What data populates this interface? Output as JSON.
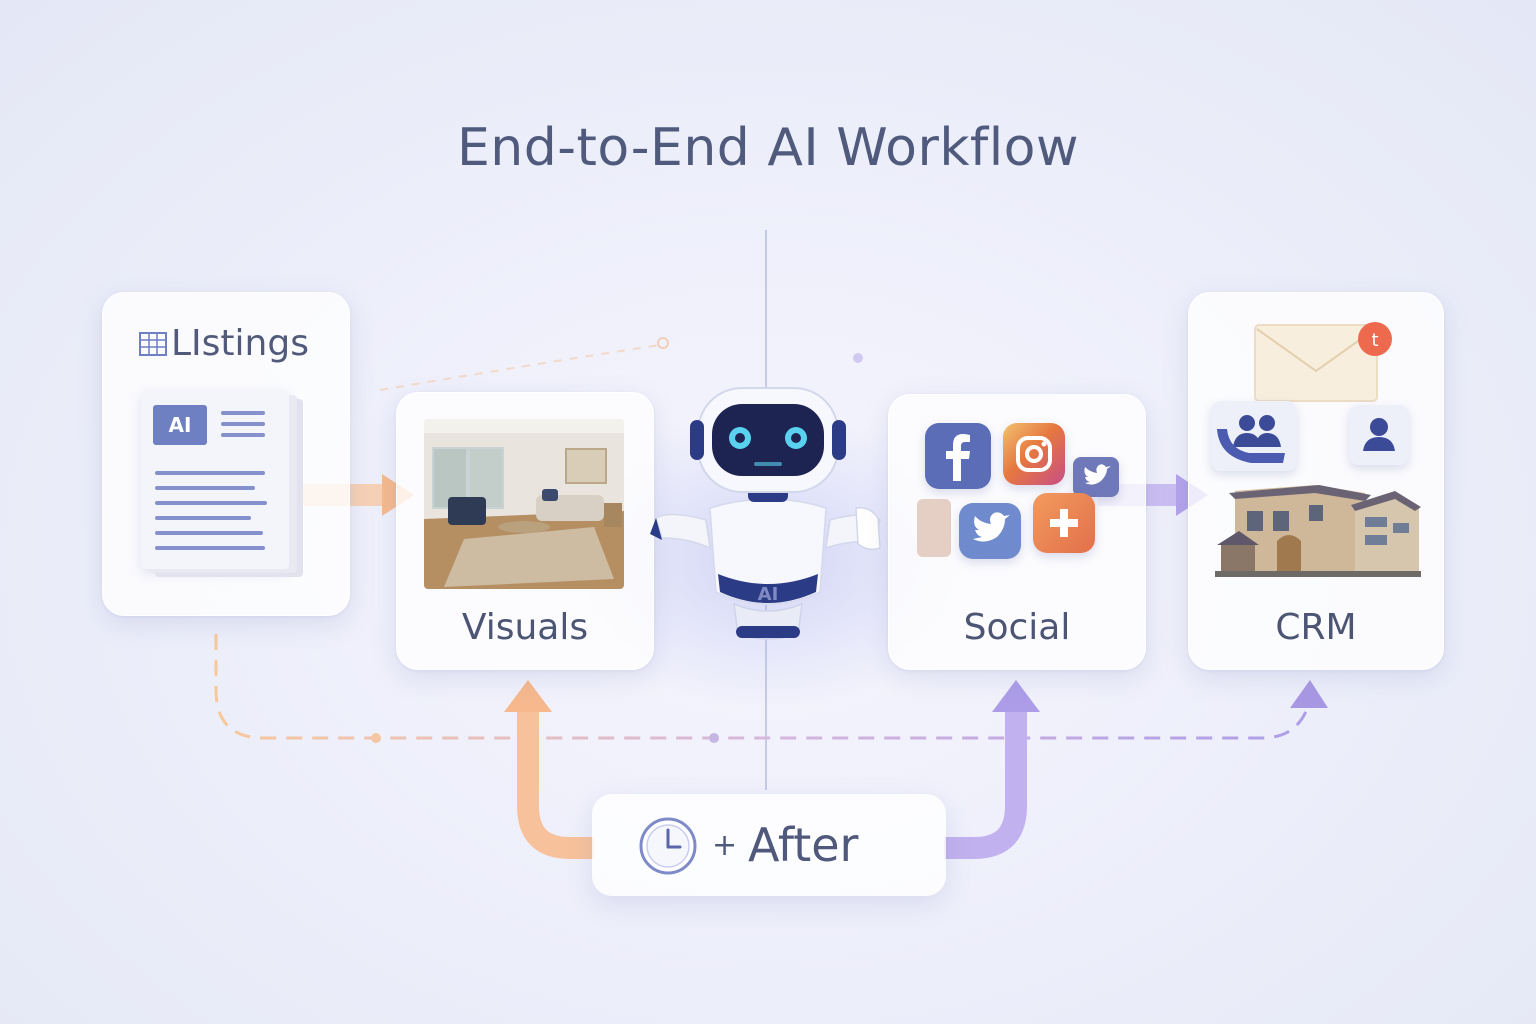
{
  "title": "End-to-End AI Workflow",
  "steps": {
    "listings": {
      "label": "LIstings",
      "badge": "AI"
    },
    "visuals": {
      "label": "Visuals"
    },
    "social": {
      "label": "Social"
    },
    "crm": {
      "label": "CRM"
    }
  },
  "robot": {
    "chest_label": "AI"
  },
  "after": {
    "plus": "+",
    "label": "After"
  },
  "colors": {
    "orange_flow": "#f6b98a",
    "purple_flow": "#b7a6ea",
    "accent_blue": "#6e7fc2",
    "text": "#4f5a7c"
  },
  "icons": [
    "document-icon",
    "photo-icon",
    "robot-icon",
    "facebook-icon",
    "instagram-icon",
    "twitter-icon",
    "plus-app-icon",
    "envelope-icon",
    "group-icon",
    "user-icon",
    "house-icon",
    "clock-icon"
  ]
}
